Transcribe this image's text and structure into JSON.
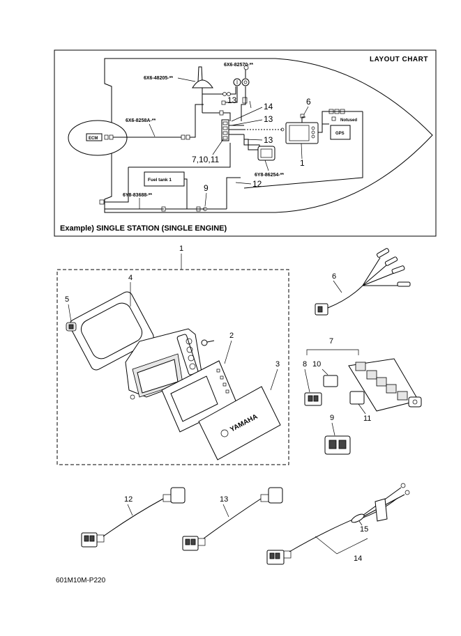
{
  "layout_chart": {
    "title": "LAYOUT CHART",
    "caption": "Example) SINGLE STATION (SINGLE ENGINE)",
    "labels": {
      "ecm": "ECM",
      "fuel_tank": "Fuel tank 1",
      "not_used": "Notused",
      "gps": "GPS"
    },
    "codes": {
      "c1": "6X6-82570-**",
      "c2": "6X6-48205-**",
      "c3": "6X6-8258A-**",
      "c4": "6Y8-86254-**",
      "c5": "6Y8-83688-**"
    },
    "callouts": {
      "n13a": "13",
      "n14": "14",
      "n13b": "13",
      "n13c": "13",
      "n6": "6",
      "n1": "1",
      "n71011": "7,10,11",
      "n12": "12",
      "n9": "9"
    }
  },
  "parts": {
    "p1": "1",
    "p2": "2",
    "p3": "3",
    "p4": "4",
    "p5": "5",
    "p6": "6",
    "p7": "7",
    "p8": "8",
    "p9": "9",
    "p10": "10",
    "p11": "11",
    "p12": "12",
    "p13": "13",
    "p14": "14",
    "p15": "15"
  },
  "cover_brand": "YAMAHA",
  "footer": "601M10M-P220"
}
